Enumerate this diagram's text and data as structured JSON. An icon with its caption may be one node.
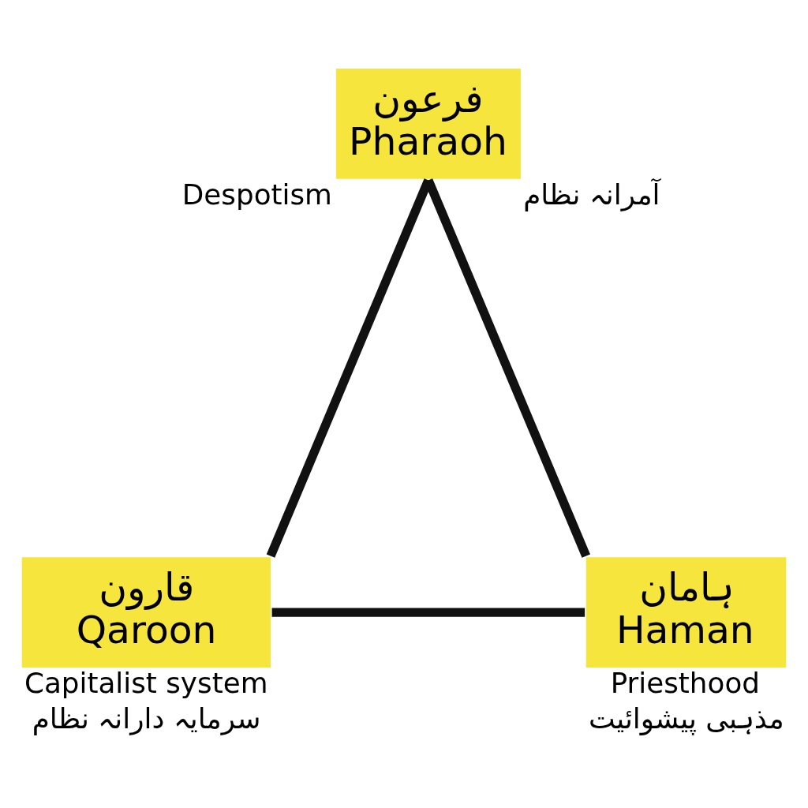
{
  "diagram": {
    "nodes": [
      {
        "text": [
          "فرعون",
          "Pharaoh"
        ],
        "beside": [
          "Despotism",
          "آمرانہ نظام"
        ]
      },
      {
        "text": [
          "قارون",
          "Qaroon"
        ],
        "beside": [
          "Capitalist system",
          "سرمایہ دارانہ نظام"
        ]
      },
      {
        "text": [
          "ہامان",
          "Haman"
        ],
        "beside": [
          "Priesthood",
          "مذہبی پیشوائیت"
        ]
      }
    ],
    "edges": [
      {
        "from": 0,
        "to": 1,
        "arrow": "none"
      },
      {
        "from": 1,
        "to": 2,
        "arrow": "none"
      },
      {
        "from": 2,
        "to": 0,
        "arrow": "none"
      }
    ]
  }
}
